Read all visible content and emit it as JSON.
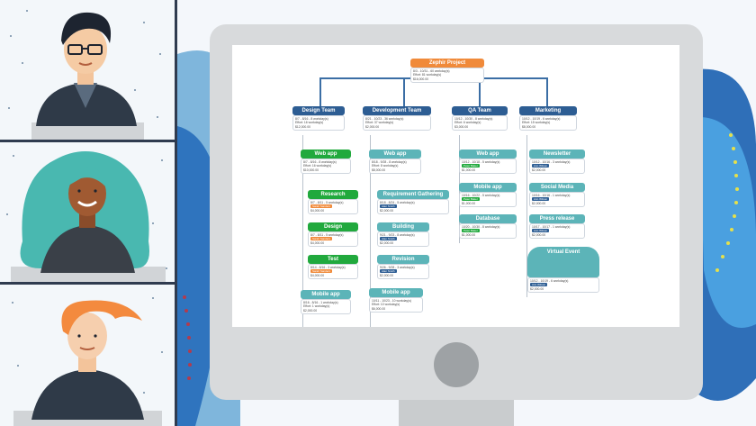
{
  "project": {
    "title": "Zephir Project",
    "dates": "8/3 - 10/31 - 60 workday(s)",
    "effort": "Effort: 81 workday(s)",
    "cost": "$16,000.00"
  },
  "teams": [
    {
      "title": "Design Team",
      "dates": "8/7 - 8/16 - 8 workday(s)",
      "effort": "Effort: 16 workday(s)",
      "cost": "$12,000.00"
    },
    {
      "title": "Development Team",
      "dates": "8/21 - 10/23 - 36 workday(s)",
      "effort": "Effort: 37 workday(s)",
      "cost": "$2,000.00"
    },
    {
      "title": "QA Team",
      "dates": "10/12 - 10/30 - 8 workday(s)",
      "effort": "Effort: 6 workday(s)",
      "cost": "$3,000.00"
    },
    {
      "title": "Marketing",
      "dates": "10/12 - 10/19 - 6 workday(s)",
      "effort": "Effort: 15 workday(s)",
      "cost": "$8,000.00"
    }
  ],
  "design_tasks": [
    {
      "title": "Web app",
      "dates": "8/7 - 8/16 - 8 workday(s)",
      "effort": "Effort: 16 workday(s)",
      "cost": "$10,000.00"
    },
    {
      "title": "Research",
      "dates": "8/7 - 8/11 - 5 workday(s)",
      "assignee": "Sarah Sanders",
      "cost": "$4,000.00"
    },
    {
      "title": "Design",
      "dates": "8/7 - 8/11 - 5 workday(s)",
      "assignee": "Sarah Sanders",
      "cost": "$4,000.00"
    },
    {
      "title": "Test",
      "dates": "8/14 - 8/16 - 3 workday(s)",
      "assignee": "Sarah Sanders",
      "cost": "$4,000.00"
    },
    {
      "title": "Mobile app",
      "dates": "8/16 - 8/16 - 1 workday(s)",
      "effort": "Effort: 1 workday(s)",
      "cost": "$2,000.00"
    }
  ],
  "dev_tasks": [
    {
      "title": "Web app",
      "dates": "8/18 - 9/28 - 8 workday(s)",
      "effort": "Effort: 8 workday(s)",
      "cost": "$8,000.00"
    },
    {
      "title": "Requirement Gathering",
      "dates": "8/18 - 8/24 - 5 workday(s)",
      "assignee": "Alan Smith",
      "cost": "$2,000.00"
    },
    {
      "title": "Building",
      "dates": "9/21 - 9/23 - 8 workday(s)",
      "assignee": "Alan Smith",
      "cost": "$2,000.00"
    },
    {
      "title": "Revision",
      "dates": "9/26 - 9/28 - 3 workday(s)",
      "assignee": "Alan Smith",
      "cost": "$2,000.00"
    },
    {
      "title": "Mobile app",
      "dates": "10/11 - 10/23 - 10 workday(s)",
      "effort": "Effort: 10 workday(s)",
      "cost": "$6,000.00"
    }
  ],
  "qa_tasks": [
    {
      "title": "Web app",
      "dates": "10/12 - 10/18 - 5 workday(s)",
      "assignee": "Peter Baker",
      "cost": "$1,000.00"
    },
    {
      "title": "Mobile app",
      "dates": "10/16 - 10/22 - 5 workday(s)",
      "assignee": "Peter Baker",
      "cost": "$1,000.00"
    },
    {
      "title": "Database",
      "dates": "10/20 - 10/30 - 8 workday(s)",
      "assignee": "Peter Baker",
      "cost": "$1,000.00"
    }
  ],
  "mkt_tasks": [
    {
      "title": "Newsletter",
      "dates": "10/12 - 10/16 - 3 workday(s)",
      "assignee": "Ann Wilson",
      "cost": "$2,000.00"
    },
    {
      "title": "Social Media",
      "dates": "10/16 - 10/16 - 1 workday(s)",
      "assignee": "Ann Wilson",
      "cost": "$2,000.00"
    },
    {
      "title": "Press release",
      "dates": "10/17 - 10/17 - 1 workday(s)",
      "assignee": "Ann Wilson",
      "cost": "$2,000.00"
    },
    {
      "title": "Virtual Event",
      "dates": "10/12 - 10/19 - 6 workday(s)",
      "assignee": "Ann Wilson",
      "cost": "$2,000.00"
    }
  ],
  "colors": {
    "project": "#f58a3a",
    "team": "#2e5f97",
    "design": "#21a93d",
    "dev": "#64b6bb",
    "qa": "#64b6bb",
    "mkt": "#64b6bb",
    "monitor": "#d8dadc"
  }
}
